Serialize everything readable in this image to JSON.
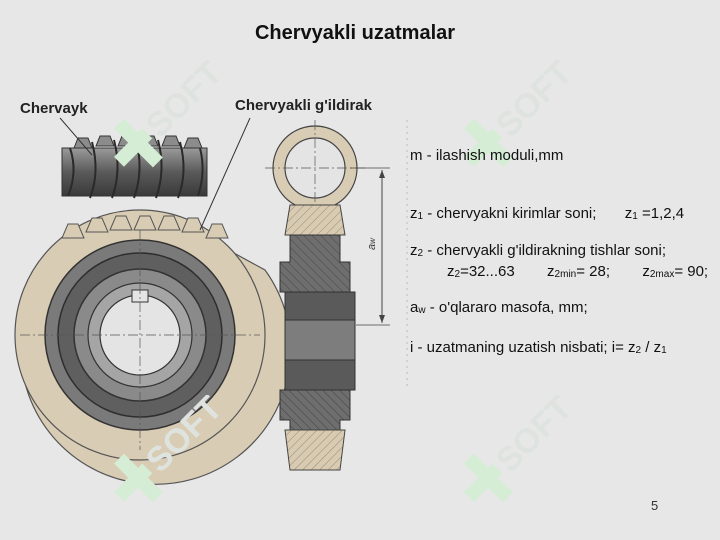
{
  "slide": {
    "title": "Chervyakli uzatmalar",
    "labels": {
      "worm": "Chervayk",
      "wheel": "Chervyakli g'ildirak"
    },
    "dimension_label": "a",
    "dimension_sub": "w",
    "definitions": [
      {
        "pre": "m - ilashish moduli,mm"
      },
      {
        "pre": "z",
        "s1": "1",
        "mid": " - chervyakni kirimlar soni;",
        "pre2": "z",
        "s2": "1",
        "post": " =1,2,4"
      },
      {
        "pre": "z",
        "s1": "2",
        "mid": " - chervyakli g'ildirakning tishlar soni;"
      },
      {
        "a": "z",
        "as": "2",
        "b": "=32...63",
        "c": "z",
        "cs": "2min",
        "d": "= 28;",
        "e": "z",
        "es": "2max",
        "f": "= 90;"
      },
      {
        "pre": "a",
        "s1": "w",
        "mid": " - o'qlararo masofa, mm;"
      },
      {
        "pre": "i - uzatmaning uzatish nisbati;  i= z",
        "s1": "2",
        "mid": " / z",
        "s2": "1"
      }
    ],
    "page_number": "5",
    "watermark_text": "SOFT",
    "colors": {
      "background": "#e7e7e7",
      "wheel_tan": "#d9ccb4",
      "steel": "#6b6b6b",
      "watermark": "#d2ecd2"
    }
  }
}
